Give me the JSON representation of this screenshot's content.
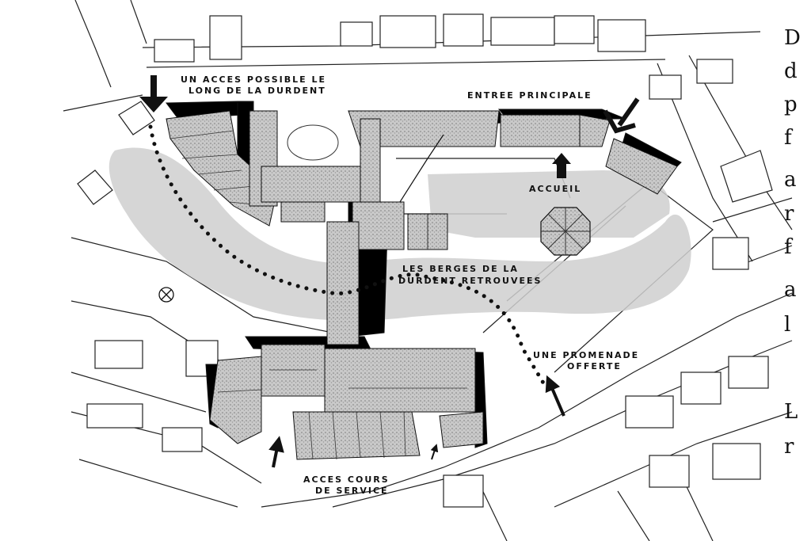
{
  "labels": {
    "acces_durdent_line1": "UN ACCES POSSIBLE LE",
    "acces_durdent_line2": "LONG DE LA DURDENT",
    "entree_principale": "ENTREE PRINCIPALE",
    "accueil": "ACCUEIL",
    "berges_line1": "LES BERGES DE LA",
    "berges_line2": "DURDENT RETROUVEES",
    "promenade_line1": "UNE PROMENADE",
    "promenade_line2": "OFFERTE",
    "acces_cours_line1": "ACCES COURS",
    "acces_cours_line2": "DE SERVICE"
  },
  "side_text_letters": [
    "D",
    "d",
    "p",
    "f",
    "a",
    "r",
    "f",
    "a",
    "l",
    "L",
    "r"
  ],
  "colors": {
    "ink": "#111111",
    "river_wash": "#cfcfcf",
    "roof_stipple": "#bdbdbd",
    "paper": "#ffffff"
  },
  "icons": {
    "pavilion": "octagon-pavilion-icon",
    "cross_marker": "circled-cross-icon"
  }
}
